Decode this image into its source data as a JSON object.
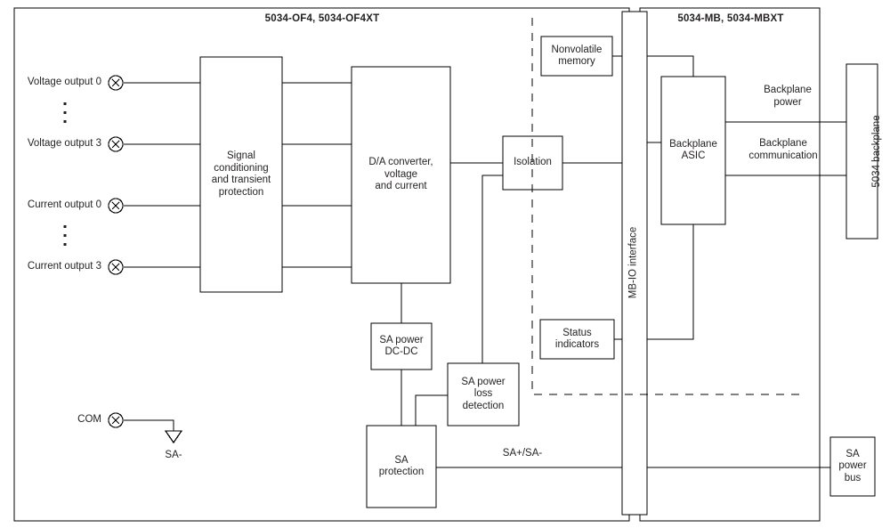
{
  "diagram": {
    "type": "block-diagram",
    "titles": {
      "left_module": "5034-OF4, 5034-OF4XT",
      "right_module": "5034-MB, 5034-MBXT"
    },
    "terminals": [
      {
        "label": "Voltage output 0",
        "icon": "screw-terminal-icon"
      },
      {
        "label": "Voltage output 3",
        "icon": "screw-terminal-icon"
      },
      {
        "label": "Current output 0",
        "icon": "screw-terminal-icon"
      },
      {
        "label": "Current output 3",
        "icon": "screw-terminal-icon"
      },
      {
        "label": "COM",
        "icon": "screw-terminal-icon"
      }
    ],
    "blocks": [
      {
        "id": "signal-conditioning",
        "label": "Signal\nconditioning\nand transient\nprotection"
      },
      {
        "id": "da-converter",
        "label": "D/A converter,\nvoltage\nand current"
      },
      {
        "id": "isolation",
        "label": "Isolation"
      },
      {
        "id": "nonvolatile-memory",
        "label": "Nonvolatile\nmemory"
      },
      {
        "id": "status-indicators",
        "label": "Status\nindicators"
      },
      {
        "id": "mb-io-interface",
        "label": "MB-IO interface"
      },
      {
        "id": "backplane-asic",
        "label": "Backplane\nASIC"
      },
      {
        "id": "backplane-5034",
        "label": "5034 backplane"
      },
      {
        "id": "sa-power-dc-dc",
        "label": "SA power\nDC-DC"
      },
      {
        "id": "sa-power-loss-detection",
        "label": "SA power\nloss\ndetection"
      },
      {
        "id": "sa-protection",
        "label": "SA\nprotection"
      },
      {
        "id": "sa-power-bus",
        "label": "SA\npower\nbus"
      }
    ],
    "connection_labels": [
      {
        "id": "backplane-power",
        "label": "Backplane\npower"
      },
      {
        "id": "backplane-communication",
        "label": "Backplane\ncommunication"
      },
      {
        "id": "sa-plus-minus",
        "label": "SA+/SA-"
      },
      {
        "id": "sa-minus",
        "label": "SA-"
      }
    ],
    "colors": {
      "line": "#000000",
      "text": "#231f20",
      "background": "#ffffff"
    }
  }
}
